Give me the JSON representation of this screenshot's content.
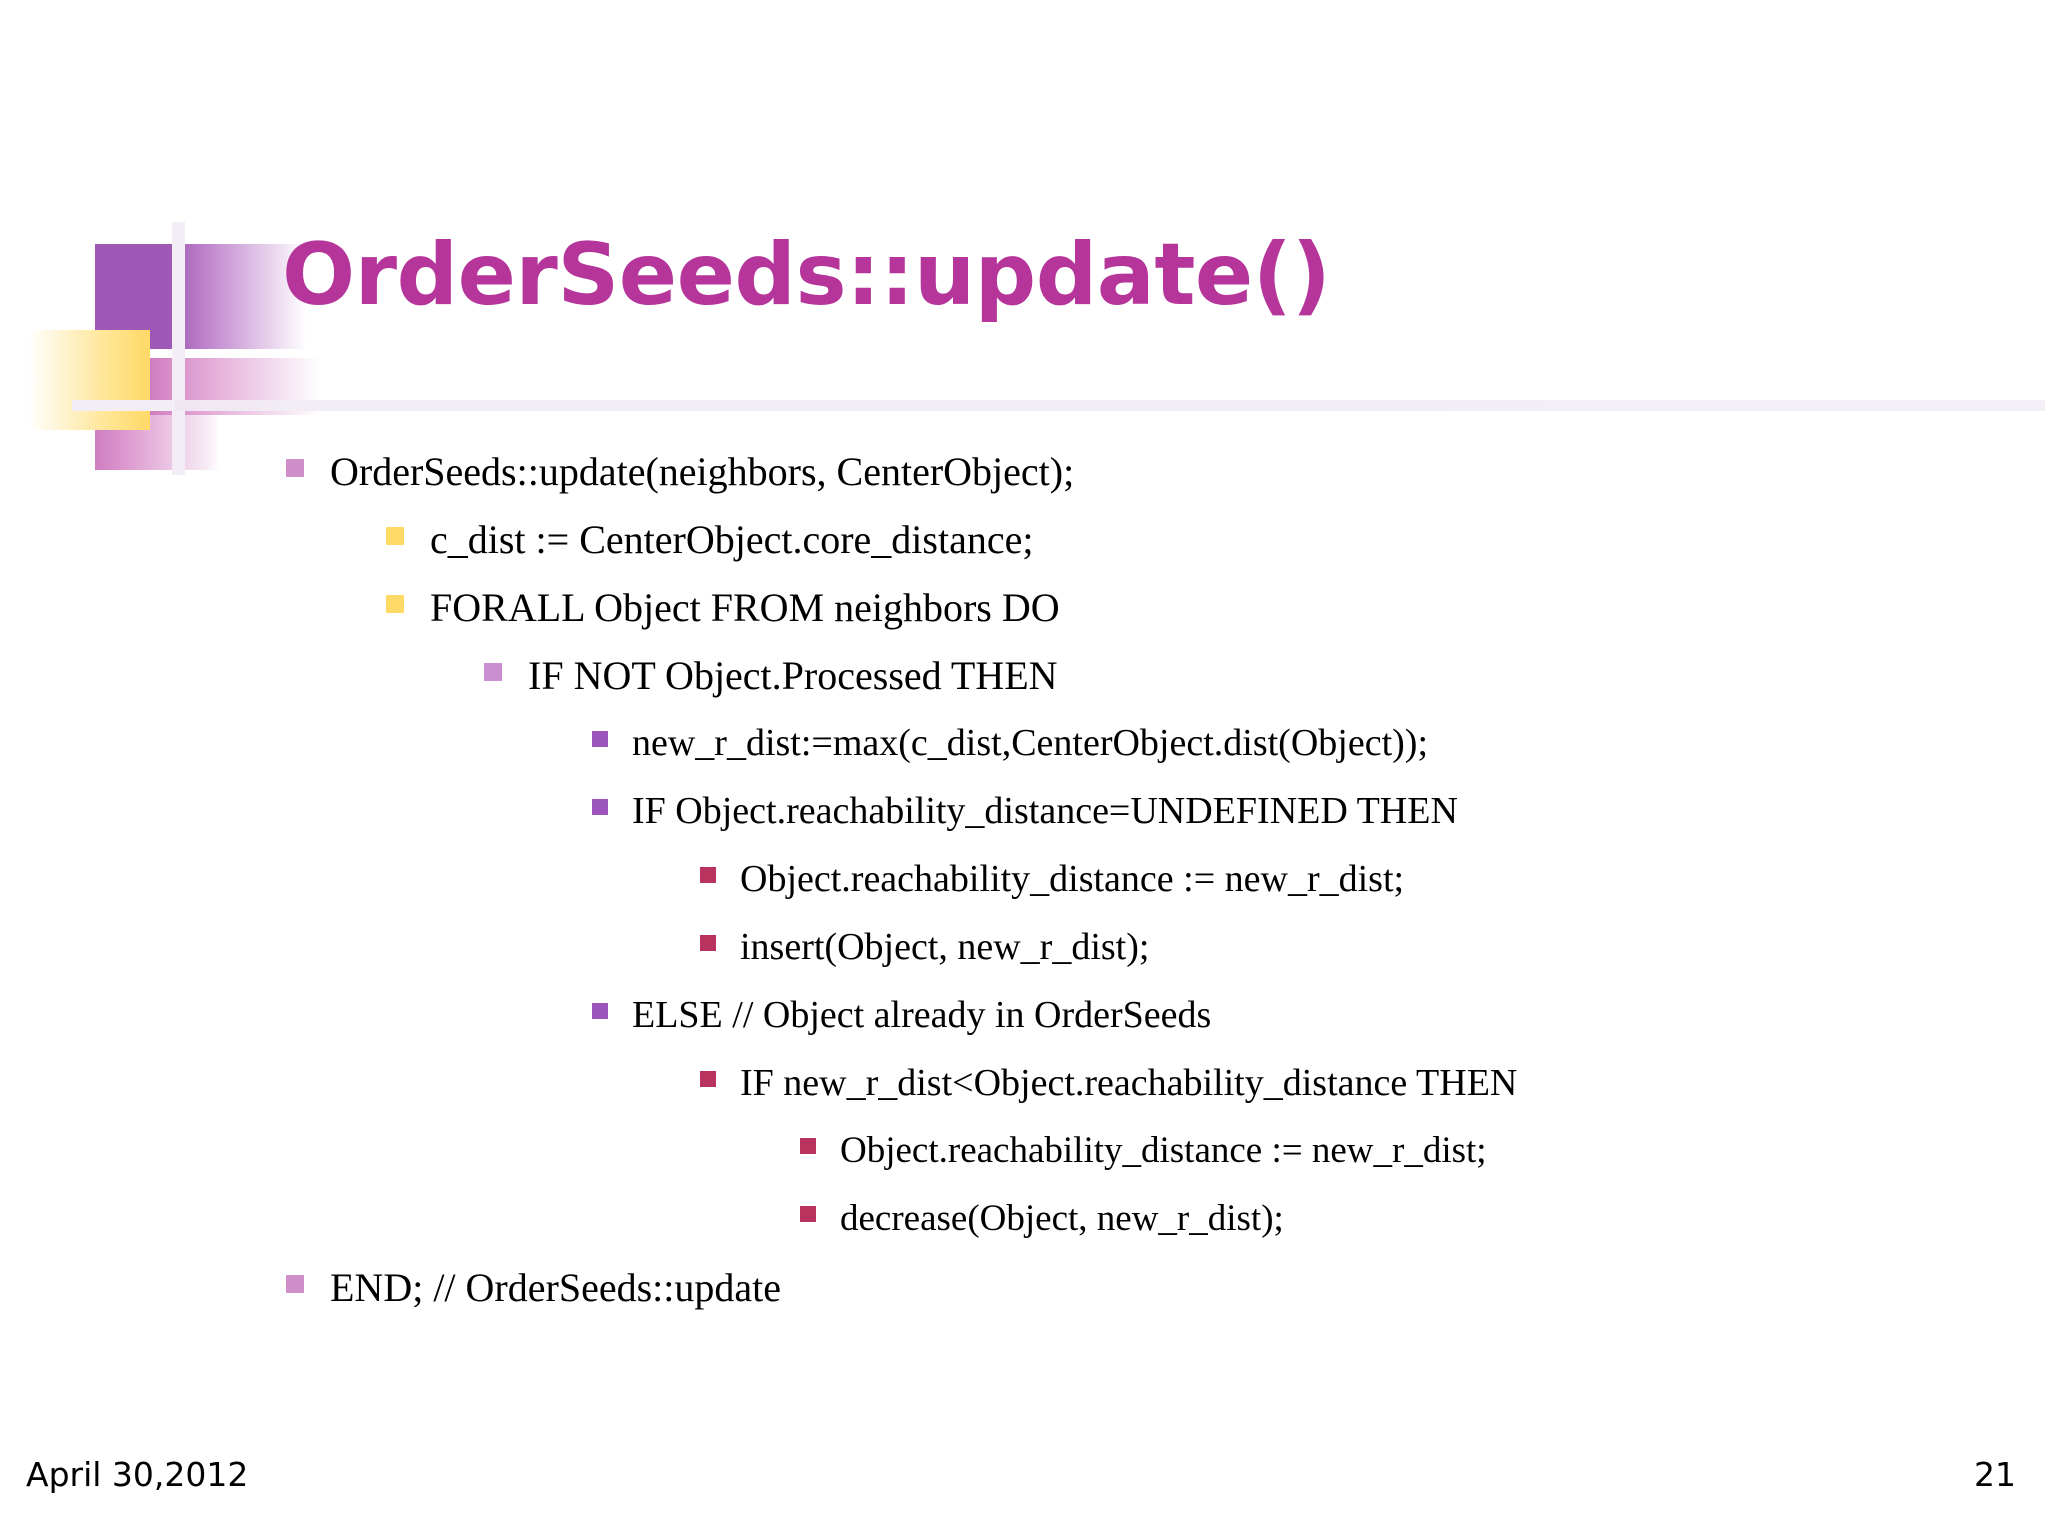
{
  "slide": {
    "title": "OrderSeeds::update()",
    "footer": {
      "date": "April 30,2012",
      "page_number": "21"
    },
    "colors": {
      "title": "#b5359a",
      "bullet_level1": "#cf8ec8",
      "bullet_level2": "#ffd966",
      "bullet_level3": "#c98fd0",
      "bullet_level4": "#9b55bd",
      "bullet_level5": "#b8335e",
      "deco_purple": "#9f58b5",
      "deco_yellow": "#ffd966",
      "deco_pink": "#d07ec0",
      "rule": "#f3eef5"
    },
    "content": [
      {
        "level": 1,
        "bullet": "square-bullet-level1",
        "text": "OrderSeeds::update(neighbors, CenterObject);"
      },
      {
        "level": 2,
        "bullet": "square-bullet-level2",
        "text": "c_dist := CenterObject.core_distance;"
      },
      {
        "level": 2,
        "bullet": "square-bullet-level2",
        "text": "FORALL Object FROM neighbors DO"
      },
      {
        "level": 3,
        "bullet": "square-bullet-level3",
        "text": "IF NOT Object.Processed THEN"
      },
      {
        "level": 4,
        "bullet": "square-bullet-level4",
        "text": "new_r_dist:=max(c_dist,CenterObject.dist(Object));"
      },
      {
        "level": 4,
        "bullet": "square-bullet-level4",
        "text": "IF Object.reachability_distance=UNDEFINED THEN"
      },
      {
        "level": 5,
        "bullet": "square-bullet-level5",
        "text": "Object.reachability_distance := new_r_dist;"
      },
      {
        "level": 5,
        "bullet": "square-bullet-level5",
        "text": "insert(Object, new_r_dist);"
      },
      {
        "level": 4,
        "bullet": "square-bullet-level4",
        "text": "ELSE // Object already in OrderSeeds"
      },
      {
        "level": 5,
        "bullet": "square-bullet-level5",
        "text": "IF new_r_dist<Object.reachability_distance THEN"
      },
      {
        "level": 6,
        "bullet": "square-bullet-level5",
        "text": "Object.reachability_distance := new_r_dist;"
      },
      {
        "level": 6,
        "bullet": "square-bullet-level5",
        "text": "decrease(Object, new_r_dist);"
      },
      {
        "level": 1,
        "bullet": "square-bullet-level1",
        "text": "END; // OrderSeeds::update"
      }
    ]
  }
}
